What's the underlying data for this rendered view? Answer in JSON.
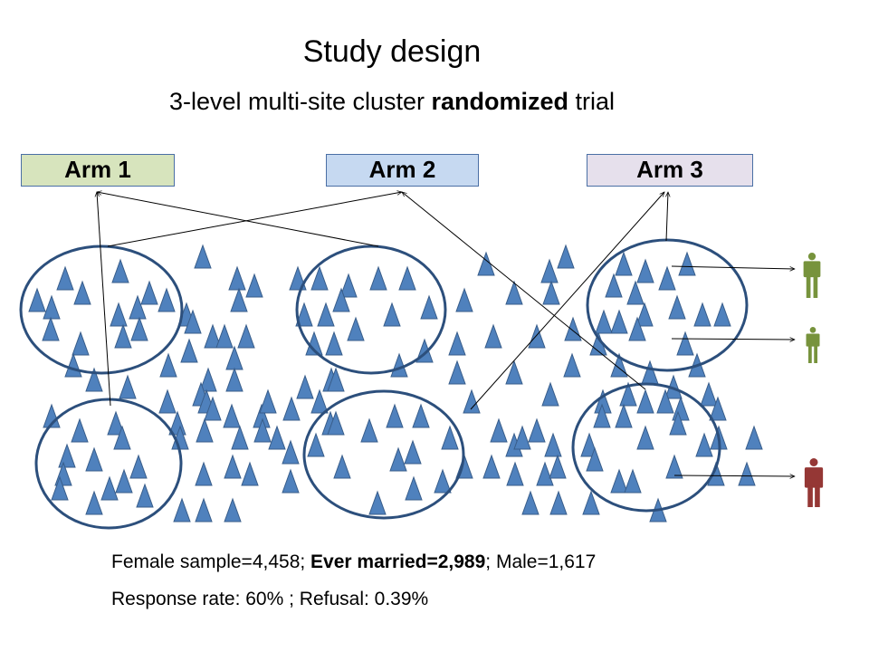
{
  "title": "Study design",
  "subtitle": {
    "prefix": "3-level multi-site cluster ",
    "bold": "randomized",
    "suffix": " trial"
  },
  "arms": {
    "arm1": "Arm 1",
    "arm2": "Arm 2",
    "arm3": "Arm 3"
  },
  "stats": {
    "line1_prefix": "Female sample=4,458; ",
    "line1_bold": "Ever married=2,989",
    "line1_suffix": "; Male=1,617",
    "line2": "Response rate: 60% ; Refusal: 0.39%"
  },
  "colors": {
    "arm1_fill": "#d7e4bd",
    "arm2_fill": "#c6d9f1",
    "arm3_fill": "#e6e0ec",
    "triangle_fill": "#4f81bd",
    "triangle_stroke": "#385d8a",
    "cluster_stroke": "#2c4f7c",
    "figure_green": "#77933c",
    "figure_red": "#953735"
  },
  "icons": {
    "person_large": "woman-figure-icon",
    "person_small": "girl-figure-icon",
    "person_male": "man-figure-icon",
    "unit": "triangle-icon"
  }
}
